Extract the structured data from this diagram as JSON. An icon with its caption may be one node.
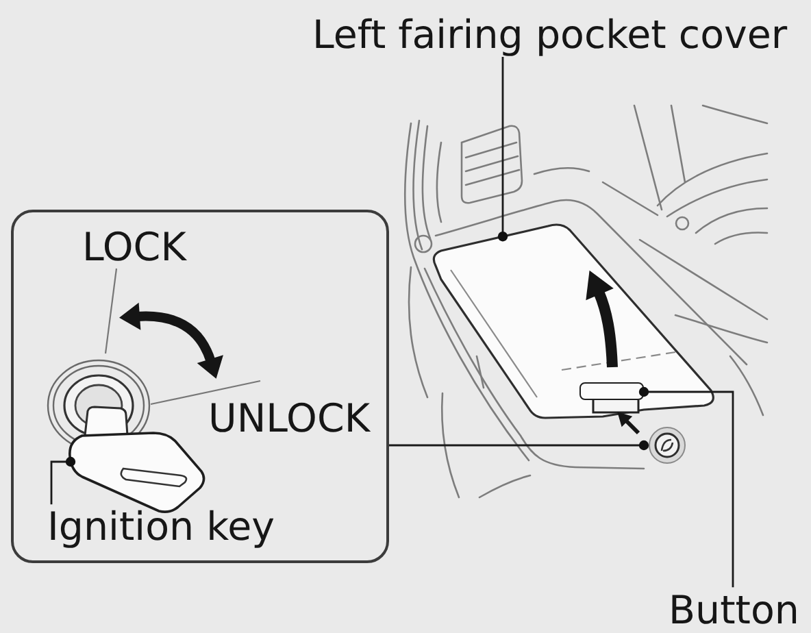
{
  "diagram": {
    "nodes": [
      {
        "text": [
          "Left fairing pocket cover"
        ]
      },
      {
        "text": [],
        "shape": "picture"
      },
      {
        "text": [],
        "shape": "box"
      },
      {
        "text": [
          "Ignition key"
        ],
        "in": 2
      },
      {
        "text": [],
        "shape": "picture",
        "in": 2
      },
      {
        "text": [],
        "shape": "picture"
      },
      {
        "text": [],
        "shape": "box",
        "in": 1
      },
      {
        "text": [
          "Button"
        ]
      }
    ],
    "edges": [
      {
        "from": 0,
        "to": 1,
        "arrow": "other"
      },
      {
        "from": 3,
        "to": 4,
        "arrow": "other"
      },
      {
        "from": 2,
        "to": 5,
        "arrow": "other"
      },
      {
        "from": 7,
        "to": 6,
        "arrow": "other"
      }
    ],
    "labels": [
      "LOCK",
      "UNLOCK"
    ]
  }
}
